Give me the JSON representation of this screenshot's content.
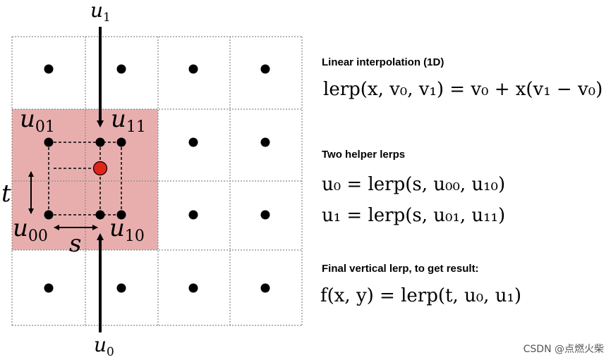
{
  "diagram": {
    "labels": {
      "u1_top": {
        "base": "u",
        "sub": "1"
      },
      "u0_bottom": {
        "base": "u",
        "sub": "0"
      },
      "u01": {
        "base": "u",
        "sub": "01"
      },
      "u11": {
        "base": "u",
        "sub": "11"
      },
      "u00": {
        "base": "u",
        "sub": "00"
      },
      "u10": {
        "base": "u",
        "sub": "10"
      },
      "t": "t",
      "s": "s"
    },
    "colors": {
      "highlight": "#e8aeae",
      "sample_point": "#e0251b",
      "grid_line": "#888888",
      "dots": "#000000"
    }
  },
  "panel": {
    "sections": [
      {
        "heading": "Linear interpolation (1D)",
        "formulas": [
          "lerp(x, v₀, v₁) = v₀ + x(v₁ − v₀)"
        ]
      },
      {
        "heading": "Two helper lerps",
        "formulas": [
          "u₀ = lerp(s, u₀₀, u₁₀)",
          "u₁ = lerp(s, u₀₁, u₁₁)"
        ]
      },
      {
        "heading": "Final vertical lerp, to get result:",
        "formulas": [
          "f(x, y) = lerp(t, u₀, u₁)"
        ]
      }
    ]
  },
  "watermark": "CSDN @点燃火柴"
}
